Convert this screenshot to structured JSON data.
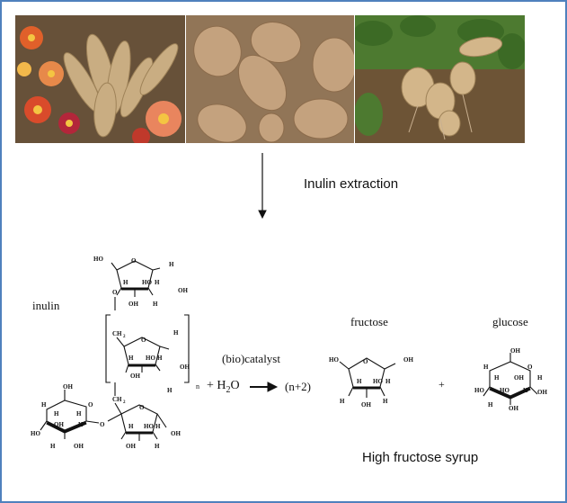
{
  "photos": [
    {
      "icon": "dahlia-tubers-photo-icon",
      "colors": {
        "soil": "#5a4632",
        "tuber": "#c9ad82",
        "flower": "#e0602a"
      }
    },
    {
      "icon": "jerusalem-artichoke-tubers-photo-icon",
      "colors": {
        "burlap": "#9b7f5e",
        "tuber": "#c4a27e"
      }
    },
    {
      "icon": "chicory-root-photo-icon",
      "colors": {
        "foliage": "#4d7a30",
        "soil": "#6d5436",
        "tuber": "#d3b68a"
      }
    }
  ],
  "process_label": "Inulin extraction",
  "reaction": {
    "reactant_label": "inulin",
    "water": {
      "prefix": "+ H",
      "subscript": "2",
      "suffix": "O"
    },
    "catalyst_label": "(bio)catalyst",
    "coefficient": "(n+2)",
    "product_1_label": "fructose",
    "plus": "+",
    "product_2_label": "glucose",
    "repeat_index": "n"
  },
  "atoms": {
    "hydroxyl": "HO",
    "hydroxyl_r": "OH",
    "hydrogen": "H",
    "oxygen": "O",
    "methylene": "CH",
    "methylene_sub": "2"
  },
  "result_label": "High fructose syrup",
  "colors": {
    "frame_border": "#4f81bd",
    "ink": "#111111"
  }
}
